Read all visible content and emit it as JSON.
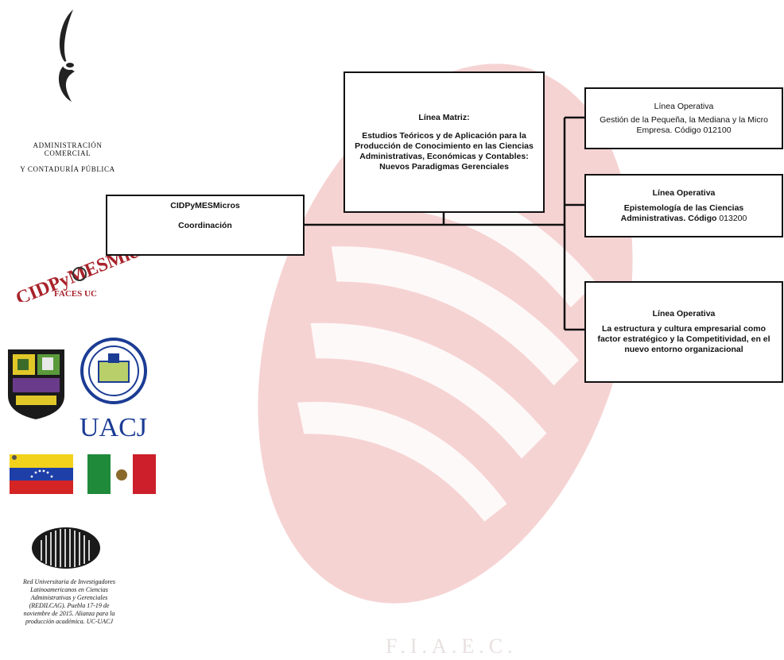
{
  "sidebar": {
    "faculty_text_line1": "ADMINISTRACIÓN COMERCIAL",
    "faculty_text_line2": "Y CONTADURÍA PÚBLICA",
    "cidpymes_logo_text": "CIDPyMESMicro",
    "cidpymes_logo_sub": "FACES UC",
    "uacj_text": "UACJ",
    "footer_note": "Red Universitaria de Investigadores Latinoamericanos en Ciencias Administrativas y Gerenciales (REDILCAG). Puebla 17-19 de noviembre de 2015. Alianza para la producción académica. UC-UACJ",
    "watermark_text": "F.I.A.E.C."
  },
  "diagram": {
    "coordination": {
      "title": "CIDPyMESMicros",
      "subtitle": "Coordinación"
    },
    "matrix_line": {
      "title": "Línea Matriz:",
      "body": "Estudios Teóricos y de Aplicación para la Producción de Conocimiento en las Ciencias Administrativas, Económicas y Contables: Nuevos Paradigmas Gerenciales"
    },
    "operative_lines": [
      {
        "title": "Línea Operativa",
        "body": "Gestión de la Pequeña, la Mediana y la Micro Empresa. Código 012100"
      },
      {
        "title": "Línea Operativa",
        "body_bold": "Epistemología de las Ciencias Administrativas. Código",
        "code": "013200"
      },
      {
        "title": "Línea Operativa",
        "body": "La estructura y cultura empresarial como factor estratégico y la Competitividad, en el nuevo entorno organizacional"
      }
    ]
  },
  "colors": {
    "watermark": "#f4c7c7",
    "watermark_dark": "#eeb0b0",
    "line": "#111111",
    "venezuela_yellow": "#f3d21b",
    "venezuela_blue": "#1f3fa8",
    "venezuela_red": "#d42424",
    "mexico_green": "#1f8a3a",
    "mexico_red": "#cc1f2b",
    "uacj_blue": "#1b3c94"
  }
}
